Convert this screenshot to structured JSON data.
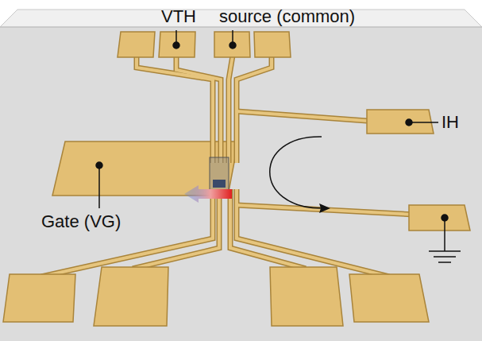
{
  "diagram": {
    "labels": [
      "VTH",
      "source (common)",
      "IH",
      "Gate (VG)"
    ]
  }
}
